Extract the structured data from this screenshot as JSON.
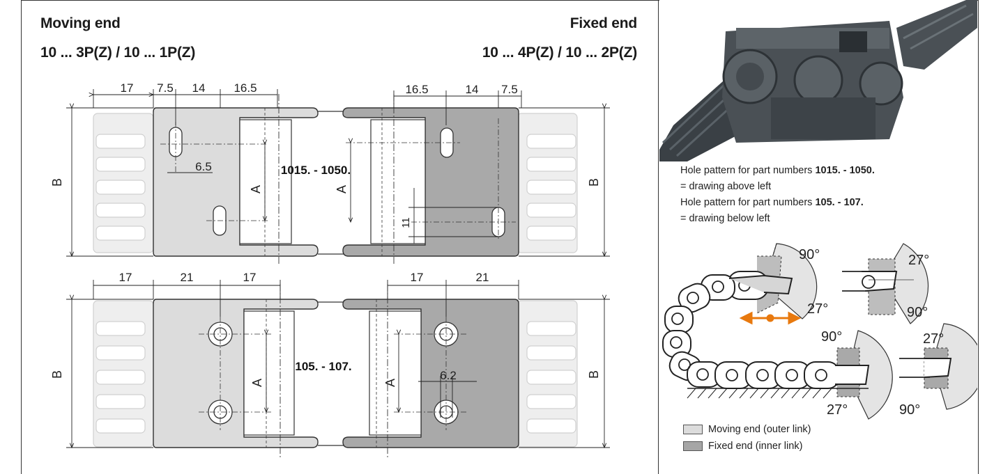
{
  "headers": {
    "moving_end_title": "Moving end",
    "moving_end_parts": "10 ... 3P(Z) / 10 ... 1P(Z)",
    "fixed_end_title": "Fixed end",
    "fixed_end_parts": "10 ... 4P(Z) / 10 ... 2P(Z)"
  },
  "top_drawing": {
    "dims_left": [
      "17",
      "7.5",
      "14",
      "16.5"
    ],
    "dims_right": [
      "16.5",
      "14",
      "7.5"
    ],
    "dim_small": "6.5",
    "dim_11": "11",
    "label_B": "B",
    "label_A": "A",
    "part_label": "1015. - 1050."
  },
  "bottom_drawing": {
    "dims_left": [
      "17",
      "21",
      "17"
    ],
    "dims_right": [
      "17",
      "21"
    ],
    "dim_small": "6.2",
    "label_B": "B",
    "label_A": "A",
    "part_label": "105. - 107."
  },
  "info": {
    "line1_prefix": "Hole pattern for part numbers ",
    "line1_bold": "1015. - 1050.",
    "line2": "= drawing above left",
    "line3_prefix": "Hole pattern for part numbers ",
    "line3_bold": "105. - 107.",
    "line4": "= drawing below left"
  },
  "angles": {
    "a90": "90°",
    "a27": "27°"
  },
  "legend": {
    "moving": "Moving end (outer link)",
    "fixed": "Fixed end (inner link)"
  },
  "colors": {
    "moving": "#dcdcdc",
    "fixed": "#a6a6a6",
    "arrow": "#e8790e",
    "ghost": "#e6e6e6"
  }
}
